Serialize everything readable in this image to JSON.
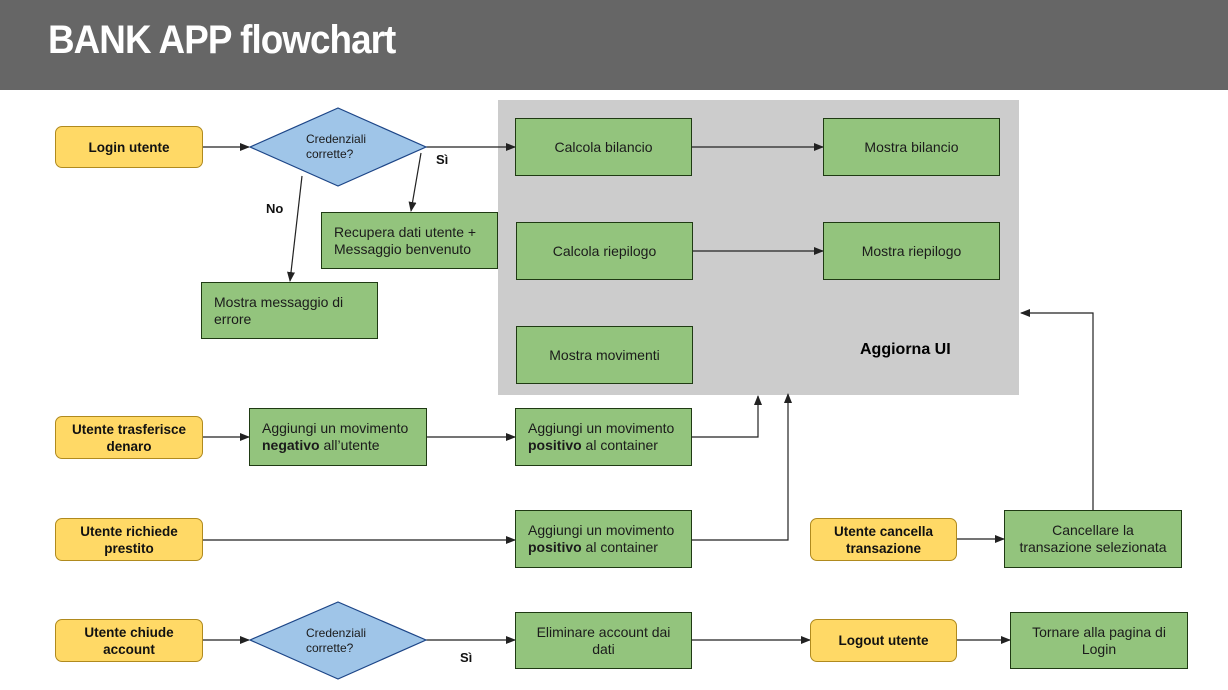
{
  "title": "BANK APP flowchart",
  "group_label": "Aggiorna UI",
  "nodes": {
    "login_utente": "Login utente",
    "credenziali_1": "Credenziali\ncorrette?",
    "recupera_dati": "Recupera dati utente +\nMessaggio benvenuto",
    "mostra_errore": "Mostra messaggio di\nerrore",
    "calcola_bilancio": "Calcola bilancio",
    "mostra_bilancio": "Mostra bilancio",
    "calcola_riepilogo": "Calcola riepilogo",
    "mostra_riepilogo": "Mostra riepilogo",
    "mostra_movimenti": "Mostra movimenti",
    "utente_trasferisce": "Utente trasferisce\ndenaro",
    "aggiungi_negativo": {
      "pre": "Aggiungi un movimento",
      "bold": "negativo",
      "post": " all’utente"
    },
    "aggiungi_positivo_1": {
      "pre": "Aggiungi un movimento",
      "bold": "positivo",
      "post": " al container"
    },
    "utente_richiede": "Utente richiede\nprestito",
    "aggiungi_positivo_2": {
      "pre": "Aggiungi un movimento",
      "bold": "positivo",
      "post": " al container"
    },
    "utente_cancella": "Utente cancella\ntransazione",
    "cancellare": "Cancellare la\ntransazione selezionata",
    "utente_chiude": "Utente chiude\naccount",
    "credenziali_2": "Credenziali\ncorrette?",
    "eliminare": "Eliminare account dai\ndati",
    "logout": "Logout utente",
    "tornare": "Tornare alla pagina di\nLogin"
  },
  "edge_labels": {
    "si_1": "Sì",
    "no_1": "No",
    "si_2": "Sì"
  },
  "colors": {
    "header": "#666666",
    "group": "#cccccc",
    "start": "#ffd966",
    "process": "#93c47d",
    "decision": "#9fc5e8",
    "decision_border": "#1c4587",
    "arrow": "#222222"
  }
}
